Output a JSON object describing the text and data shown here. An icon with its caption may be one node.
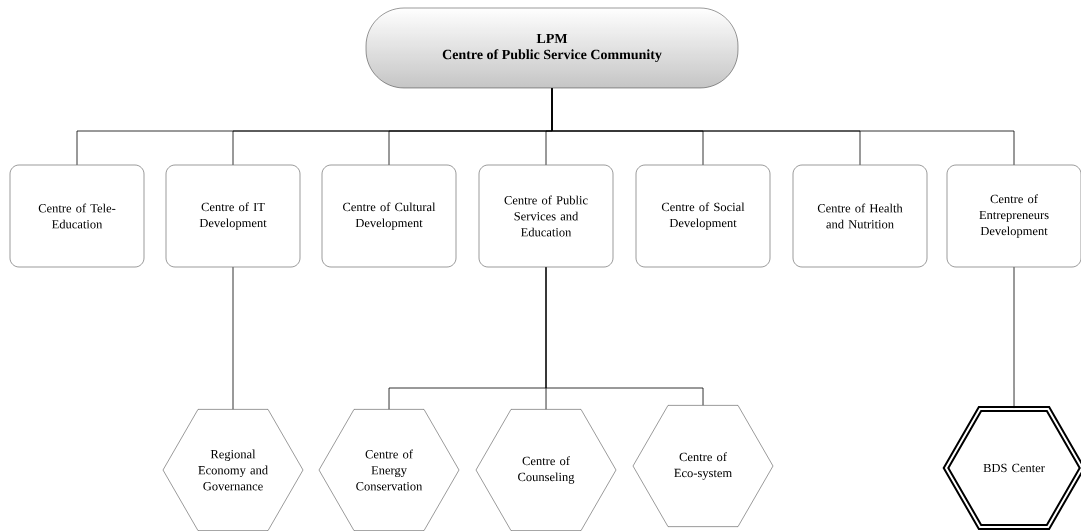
{
  "diagram": {
    "nodes": [
      {
        "text": [
          "LPM",
          "Centre of Public Service Community"
        ]
      },
      {
        "text": [
          "Centre of Tele-Education"
        ]
      },
      {
        "text": [
          "Centre of IT Development"
        ]
      },
      {
        "text": [
          "Centre of Cultural Development"
        ]
      },
      {
        "text": [
          "Centre of Public Services and Education"
        ]
      },
      {
        "text": [
          "Centre of Social Development"
        ]
      },
      {
        "text": [
          "Centre of Health and Nutrition"
        ]
      },
      {
        "text": [
          "Centre of Entrepreneurs Development"
        ]
      },
      {
        "text": [
          "Regional Economy and Governance"
        ]
      },
      {
        "text": [
          "Centre of Energy Conservation"
        ]
      },
      {
        "text": [
          "Centre of Counseling"
        ]
      },
      {
        "text": [
          "Centre of Eco-system"
        ]
      },
      {
        "text": [
          "BDS Center"
        ]
      }
    ],
    "edges": [
      {
        "from": 0,
        "to": 1,
        "arrow": "none"
      },
      {
        "from": 0,
        "to": 2,
        "arrow": "none"
      },
      {
        "from": 0,
        "to": 3,
        "arrow": "none"
      },
      {
        "from": 0,
        "to": 4,
        "arrow": "none"
      },
      {
        "from": 0,
        "to": 5,
        "arrow": "none"
      },
      {
        "from": 0,
        "to": 6,
        "arrow": "none"
      },
      {
        "from": 0,
        "to": 7,
        "arrow": "none"
      },
      {
        "from": 2,
        "to": 8,
        "arrow": "none"
      },
      {
        "from": 4,
        "to": 9,
        "arrow": "none"
      },
      {
        "from": 4,
        "to": 10,
        "arrow": "none"
      },
      {
        "from": 4,
        "to": 11,
        "arrow": "none"
      },
      {
        "from": 7,
        "to": 12,
        "arrow": "none"
      }
    ]
  }
}
